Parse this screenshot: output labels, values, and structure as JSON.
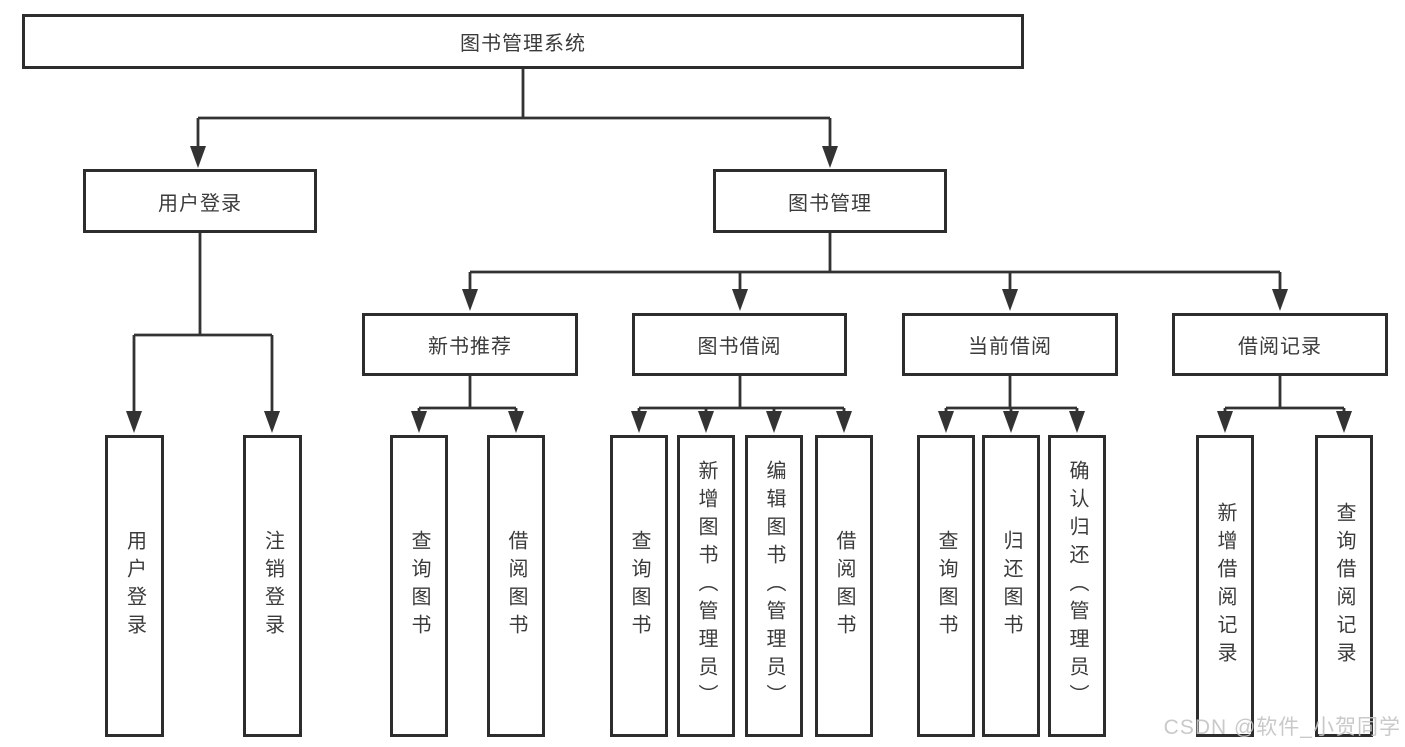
{
  "colors": {
    "line": "#333333",
    "box_border": "#2d2d2d",
    "text": "#3b3b3b",
    "watermark": "#c4c4c4",
    "background": "#ffffff"
  },
  "watermark": {
    "text": "CSDN @软件_小贺同学"
  },
  "tree": {
    "root": {
      "label": "图书管理系统"
    },
    "branches": [
      {
        "label": "用户登录",
        "children": [
          {
            "label": "用户登录"
          },
          {
            "label": "注销登录"
          }
        ]
      },
      {
        "label": "图书管理",
        "sections": [
          {
            "label": "新书推荐",
            "children": [
              {
                "label": "查询图书"
              },
              {
                "label": "借阅图书"
              }
            ]
          },
          {
            "label": "图书借阅",
            "children": [
              {
                "label": "查询图书"
              },
              {
                "label": "新增图书（管理员）"
              },
              {
                "label": "编辑图书（管理员）"
              },
              {
                "label": "借阅图书"
              }
            ]
          },
          {
            "label": "当前借阅",
            "children": [
              {
                "label": "查询图书"
              },
              {
                "label": "归还图书"
              },
              {
                "label": "确认归还（管理员）"
              }
            ]
          },
          {
            "label": "借阅记录",
            "children": [
              {
                "label": "新增借阅记录"
              },
              {
                "label": "查询借阅记录"
              }
            ]
          }
        ]
      }
    ]
  }
}
